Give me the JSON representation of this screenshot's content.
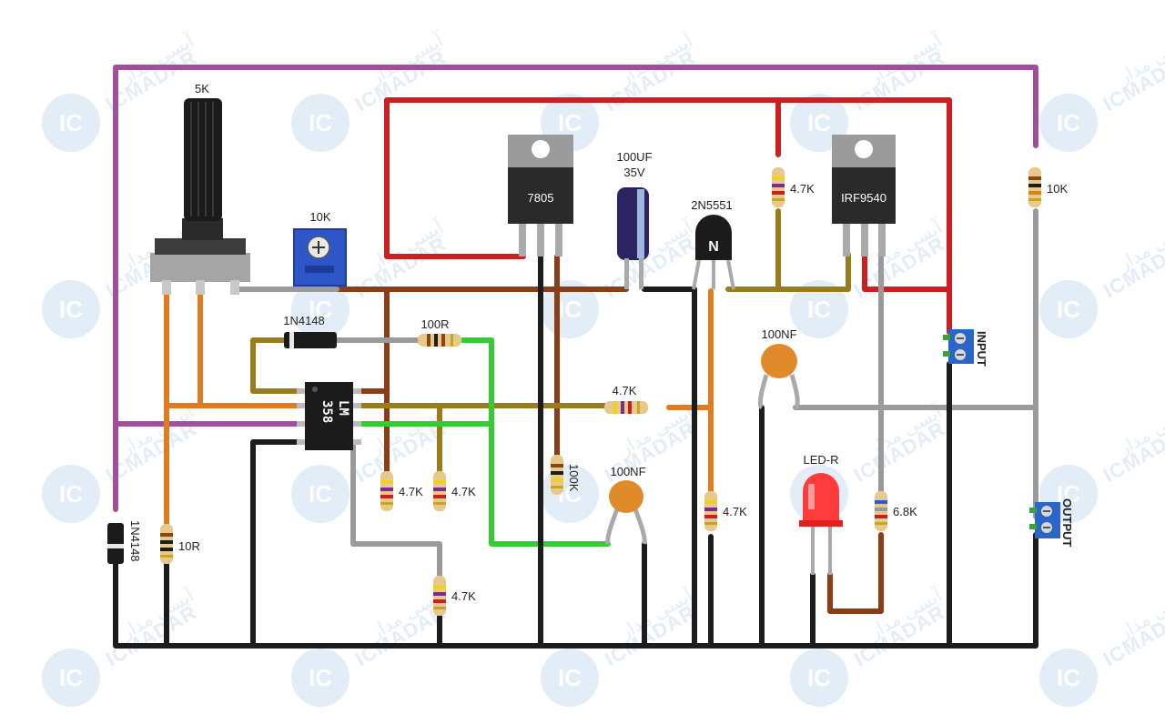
{
  "watermark": {
    "brand": "ICMADAR",
    "brand_fa": "آیسی مدار",
    "logo_letters": "IC"
  },
  "labels": {
    "pot_5k": "5K",
    "trimmer_10k": "10K",
    "reg_top_label": "7805",
    "cap_top_line1": "100UF",
    "cap_top_line2": "35V",
    "transistor_label": "2N5551",
    "transistor_mark": "N",
    "res_4k7_top": "4.7K",
    "mosfet_label": "IRF9540",
    "res_10k_right": "10K",
    "diode_top": "1N4148",
    "res_100r": "100R",
    "input_label": "INPUT",
    "cap_100nf_right": "100NF",
    "ic_label_line1": "LM",
    "ic_label_line2": "358",
    "res_4k7_mid": "4.7K",
    "res_4k7_a": "4.7K",
    "res_4k7_b": "4.7K",
    "res_100k": "100K",
    "cap_100nf_mid": "100NF",
    "res_4k7_c": "4.7K",
    "led_label": "LED-R",
    "res_6k8": "6.8K",
    "output_label": "OUTPUT",
    "diode_left": "1N4148",
    "res_10r": "10R",
    "res_4k7_bottom": "4.7K"
  },
  "colors": {
    "purple": "#a0509a",
    "red": "#cc1f1f",
    "orange": "#e07b1e",
    "brown": "#8b3e16",
    "olive": "#9a7d1a",
    "green": "#33cc33",
    "gray": "#9a9a9a",
    "black": "#1c1c1c"
  }
}
